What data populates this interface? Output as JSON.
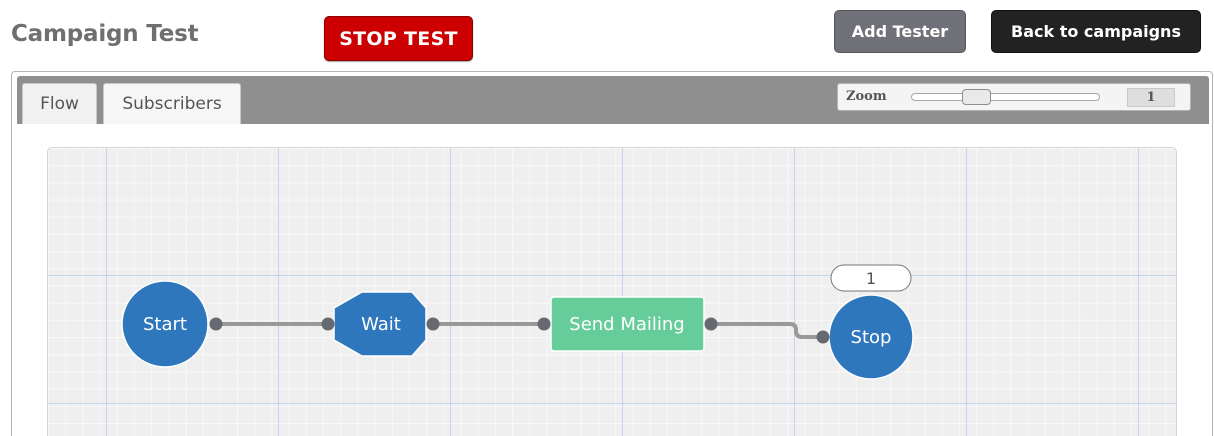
{
  "header": {
    "title": "Campaign Test",
    "stop_test_label": "STOP TEST",
    "add_tester_label": "Add Tester",
    "back_label": "Back to campaigns"
  },
  "tabs": [
    {
      "label": "Flow",
      "active": true
    },
    {
      "label": "Subscribers",
      "active": false
    }
  ],
  "zoom": {
    "label": "Zoom",
    "value": "1",
    "slider_fraction": 0.32
  },
  "flow": {
    "nodes": [
      {
        "id": "start",
        "label": "Start",
        "shape": "circle"
      },
      {
        "id": "wait",
        "label": "Wait",
        "shape": "octagon"
      },
      {
        "id": "send",
        "label": "Send Mailing",
        "shape": "rect"
      },
      {
        "id": "stop",
        "label": "Stop",
        "shape": "circle"
      }
    ],
    "stop_count": "1"
  },
  "colors": {
    "node_blue": "#2f77bc",
    "node_green": "#66cc99",
    "connector": "#999999",
    "port": "#666a70",
    "stop_button": "#cc0000"
  }
}
